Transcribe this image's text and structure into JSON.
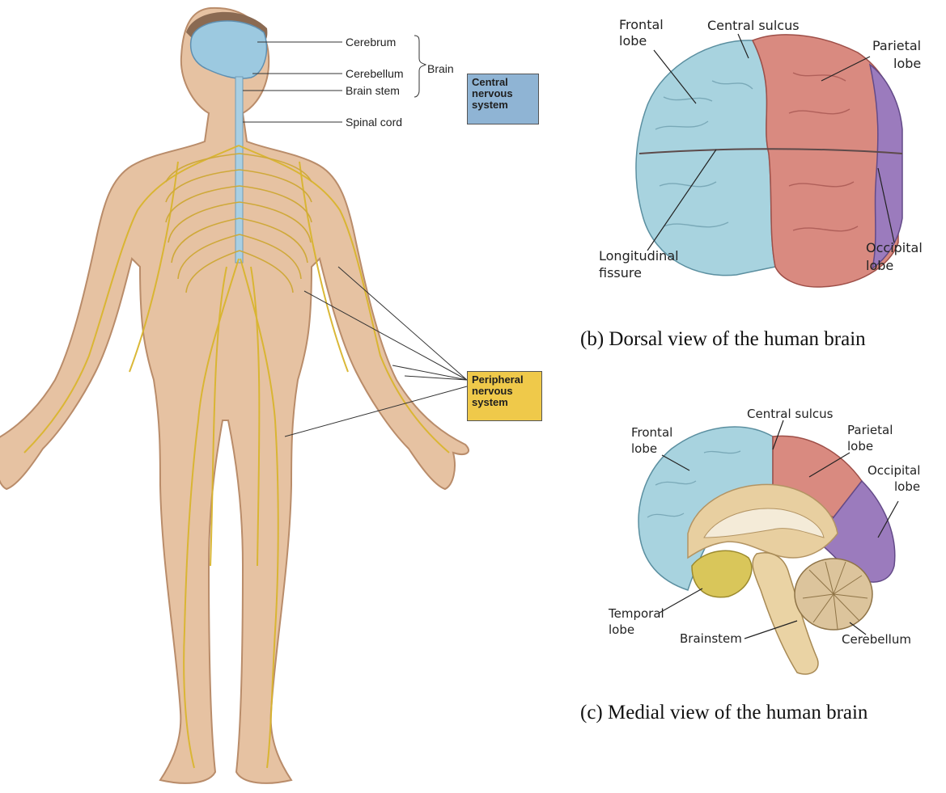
{
  "figure_a": {
    "labels": {
      "cerebrum": "Cerebrum",
      "cerebellum": "Cerebellum",
      "brain_stem": "Brain stem",
      "brain": "Brain",
      "spinal_cord": "Spinal cord"
    },
    "cns_box": {
      "lines": [
        "Central",
        "nervous",
        "system"
      ],
      "color": "#8fb4d4"
    },
    "pns_box": {
      "lines": [
        "Peripheral",
        "nervous",
        "system"
      ],
      "color": "#efc94a"
    }
  },
  "figure_b": {
    "caption": "(b) Dorsal view of the human brain",
    "labels": {
      "frontal_lobe": [
        "Frontal",
        "lobe"
      ],
      "central_sulcus": "Central sulcus",
      "parietal_lobe": [
        "Parietal",
        "lobe"
      ],
      "longitudinal_fissure": [
        "Longitudinal",
        "fissure"
      ],
      "occipital_lobe": [
        "Occipital",
        "lobe"
      ]
    }
  },
  "figure_c": {
    "caption": "(c) Medial view of the human brain",
    "labels": {
      "frontal_lobe": [
        "Frontal",
        "lobe"
      ],
      "central_sulcus": "Central sulcus",
      "parietal_lobe": [
        "Parietal",
        "lobe"
      ],
      "occipital_lobe": [
        "Occipital",
        "lobe"
      ],
      "temporal_lobe": [
        "Temporal",
        "lobe"
      ],
      "brainstem": "Brainstem",
      "cerebellum": "Cerebellum"
    }
  },
  "colors": {
    "skin": "#e8c6a8",
    "nerve": "#e3c23a",
    "brain_blue": "#9cc9d8",
    "brain_red": "#d9827c",
    "brain_purple": "#9a7ab8",
    "brain_tan": "#e8cfa0",
    "brain_yellow": "#d6c257"
  }
}
